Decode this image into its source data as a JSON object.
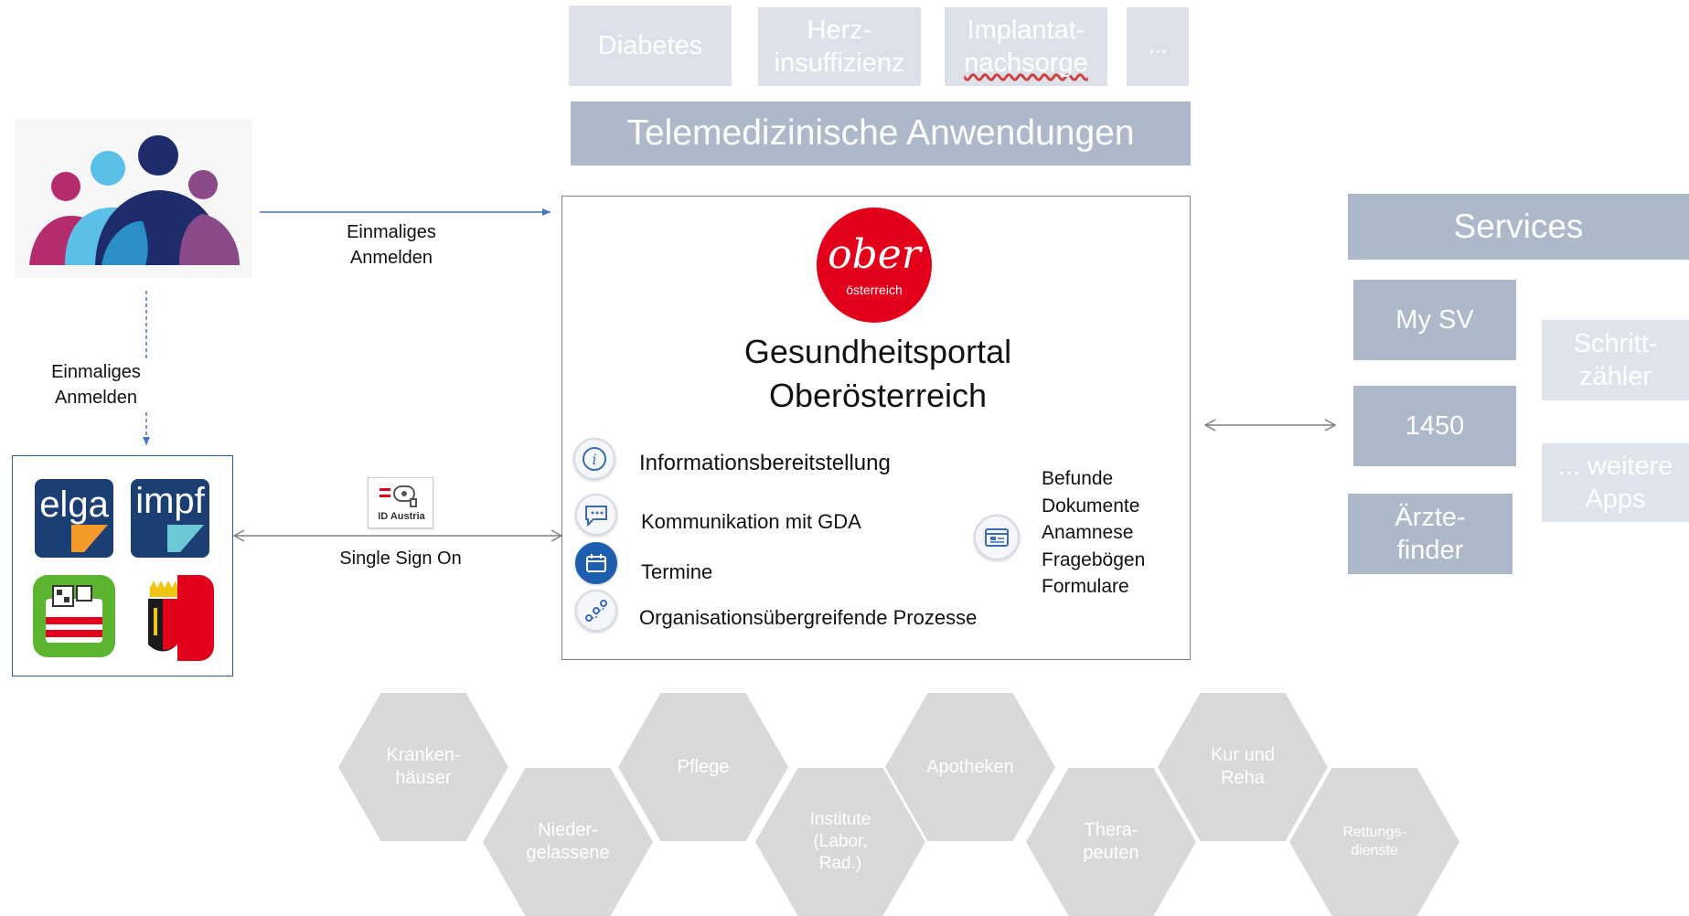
{
  "telemed": {
    "title": "Telemedizinische Anwendungen",
    "tiles": [
      {
        "line1": "Diabetes",
        "line2": ""
      },
      {
        "line1": "Herz-",
        "line2": "insuffizienz"
      },
      {
        "line1": "Implantat-",
        "line2": "nachsorge"
      },
      {
        "line1": "...",
        "line2": ""
      }
    ]
  },
  "portal": {
    "logo_word": "ober",
    "logo_sub": "österreich",
    "title_line1": "Gesundheitsportal",
    "title_line2": "Oberösterreich",
    "features": [
      {
        "label": "Informationsbereitstellung",
        "icon": "info-icon"
      },
      {
        "label": "Kommunikation mit GDA",
        "icon": "chat-icon"
      },
      {
        "label": "Termine",
        "icon": "calendar-icon"
      },
      {
        "label": "Organisationsübergreifende Prozesse",
        "icon": "process-icon"
      }
    ],
    "documents": [
      "Befunde",
      "Dokumente",
      "Anamnese",
      "Fragebögen",
      "Formulare"
    ],
    "documents_icon": "document-window-icon"
  },
  "flows": {
    "login_right": {
      "line1": "Einmaliges",
      "line2": "Anmelden"
    },
    "login_down": {
      "line1": "Einmaliges",
      "line2": "Anmelden"
    },
    "sso": "Single Sign On",
    "id_austria": "ID Austria"
  },
  "apps": [
    {
      "name": "elga",
      "icon": "elga-logo",
      "color": "#1b3f73"
    },
    {
      "name": "impf",
      "icon": "impf-logo",
      "color": "#1b3f73"
    },
    {
      "name": "",
      "icon": "green-pass-app-icon",
      "color": "#5cb531"
    },
    {
      "name": "",
      "icon": "upper-austria-coat-of-arms-icon",
      "color": "#e2001a"
    }
  ],
  "services": {
    "title": "Services",
    "tiles": [
      {
        "line1": "My SV",
        "line2": ""
      },
      {
        "line1": "1450",
        "line2": ""
      },
      {
        "line1": "Ärzte-",
        "line2": "finder"
      }
    ],
    "light_tiles": [
      {
        "line1": "Schritt-",
        "line2": "zähler"
      },
      {
        "line1": "... weitere",
        "line2": "Apps"
      }
    ]
  },
  "providers": [
    {
      "line1": "Kranken-",
      "line2": "häuser",
      "line3": ""
    },
    {
      "line1": "Nieder-",
      "line2": "gelassene",
      "line3": ""
    },
    {
      "line1": "Pflege",
      "line2": "",
      "line3": ""
    },
    {
      "line1": "Institute",
      "line2": "(Labor,",
      "line3": "Rad.)"
    },
    {
      "line1": "Apotheken",
      "line2": "",
      "line3": ""
    },
    {
      "line1": "Thera-",
      "line2": "peuten",
      "line3": ""
    },
    {
      "line1": "Kur und",
      "line2": "Reha",
      "line3": ""
    },
    {
      "line1": "Rettungs-",
      "line2": "dienste",
      "line3": ""
    }
  ],
  "colors": {
    "tile_light": "#dde2ea",
    "tile_mid": "#adb9cb",
    "hexagon": "#d9d9d9",
    "arrow_blue": "#4472c4",
    "arrow_grey": "#808080",
    "logo_red": "#e2001a"
  }
}
